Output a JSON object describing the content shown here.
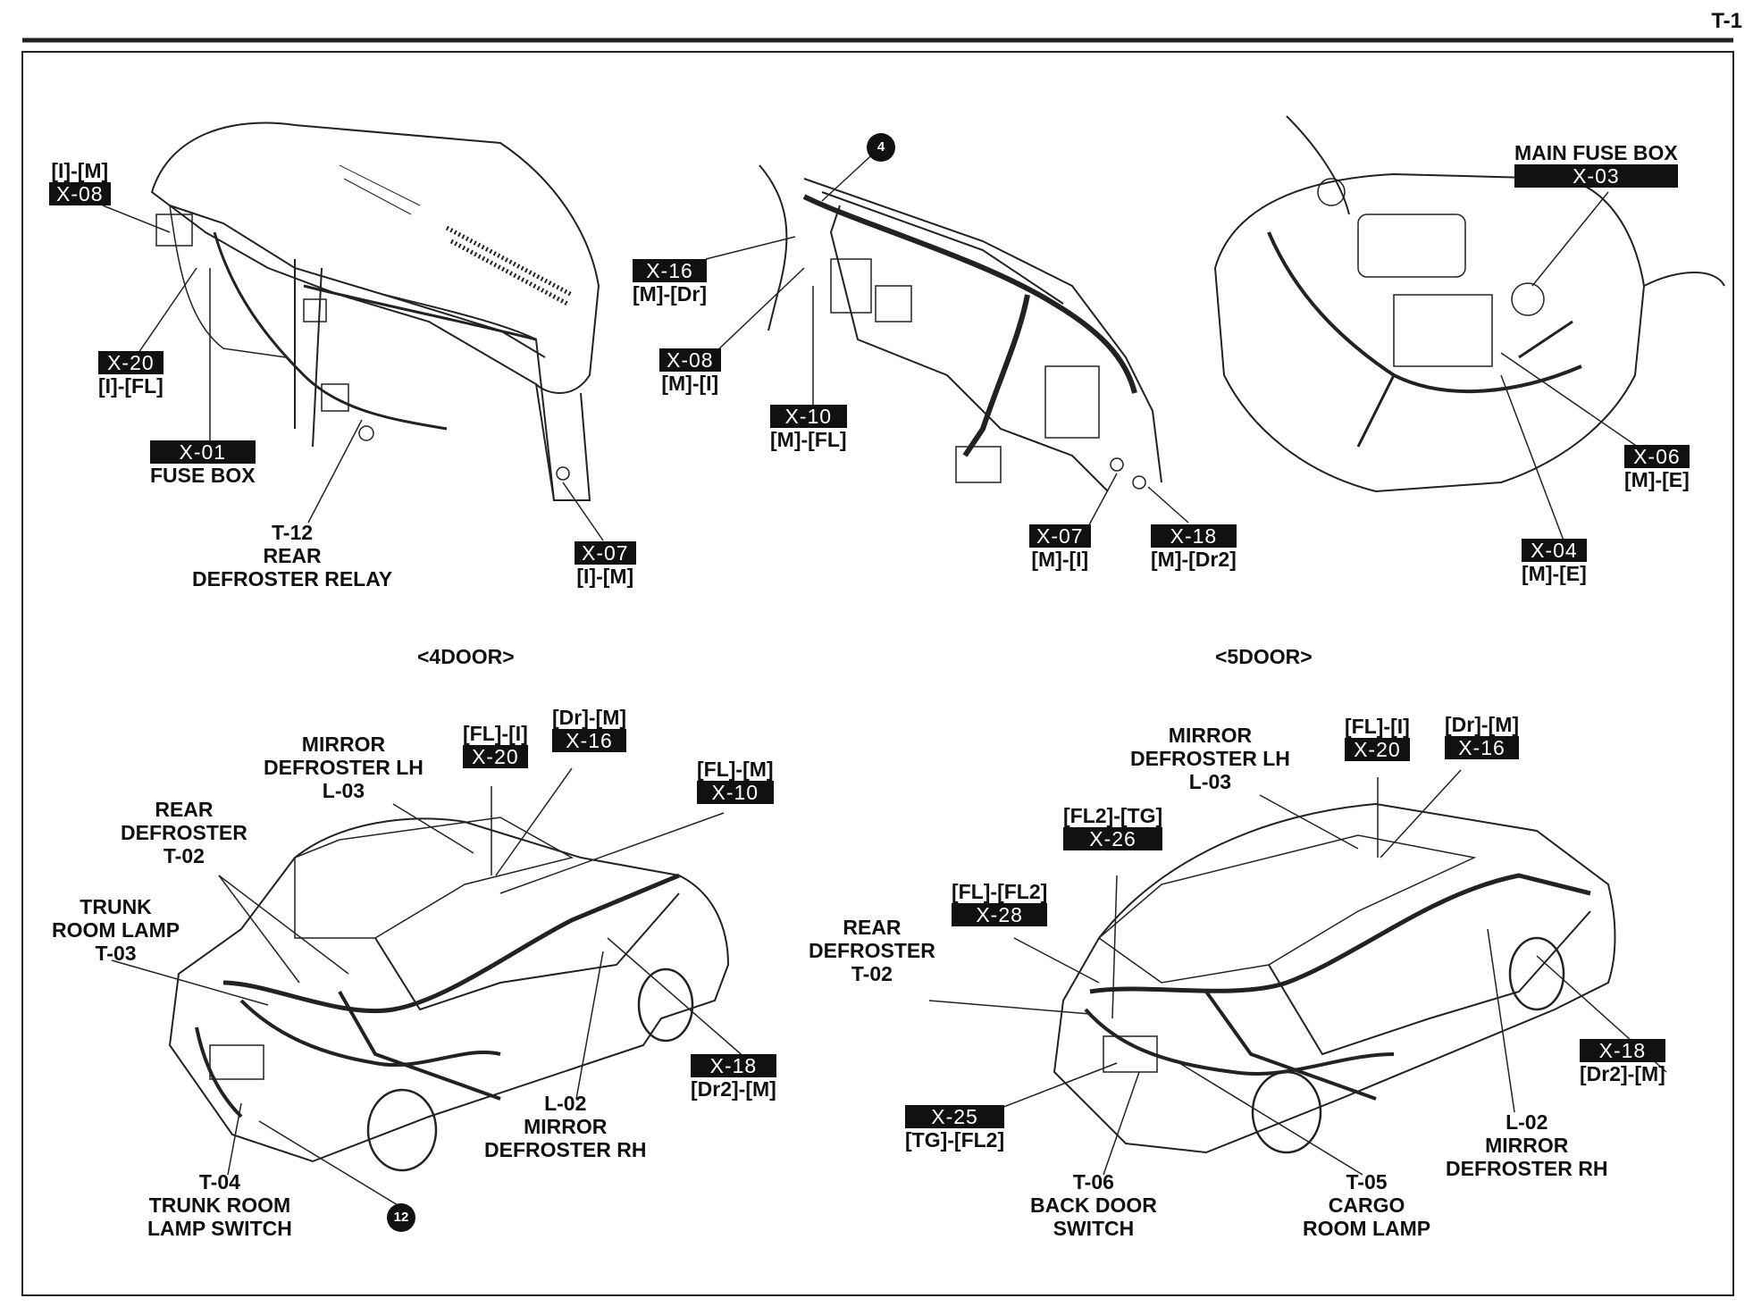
{
  "page_number": "T-1",
  "dash_4door": {
    "x08": {
      "conn": "[I]-[M]",
      "tag": "X-08"
    },
    "x20": {
      "tag": "X-20",
      "conn": "[I]-[FL]"
    },
    "x01": {
      "tag": "X-01",
      "name": "FUSE BOX"
    },
    "t12": {
      "line1": "T-12",
      "line2": "REAR",
      "line3": "DEFROSTER RELAY"
    },
    "x07": {
      "tag": "X-07",
      "conn": "[I]-[M]"
    }
  },
  "dash_5door": {
    "marker": "4",
    "x16": {
      "tag": "X-16",
      "conn": "[M]-[Dr]"
    },
    "x08": {
      "tag": "X-08",
      "conn": "[M]-[I]"
    },
    "x10": {
      "tag": "X-10",
      "conn": "[M]-[FL]"
    },
    "x07": {
      "tag": "X-07",
      "conn": "[M]-[I]"
    },
    "x18": {
      "tag": "X-18",
      "conn": "[M]-[Dr2]"
    }
  },
  "engine": {
    "main_fuse": {
      "name": "MAIN FUSE BOX",
      "tag": "X-03"
    },
    "x06": {
      "tag": "X-06",
      "conn": "[M]-[E]"
    },
    "x04": {
      "tag": "X-04",
      "conn": "[M]-[E]"
    }
  },
  "captions": {
    "left": "<4DOOR>",
    "right": "<5DOOR>"
  },
  "car_4door": {
    "mirror_lh": {
      "line1": "MIRROR",
      "line2": "DEFROSTER LH",
      "line3": "L-03"
    },
    "x20": {
      "conn": "[FL]-[I]",
      "tag": "X-20"
    },
    "x16": {
      "conn": "[Dr]-[M]",
      "tag": "X-16"
    },
    "x10": {
      "conn": "[FL]-[M]",
      "tag": "X-10"
    },
    "rear_def": {
      "line1": "REAR",
      "line2": "DEFROSTER",
      "line3": "T-02"
    },
    "trunk_lamp": {
      "line1": "TRUNK",
      "line2": "ROOM LAMP",
      "line3": "T-03"
    },
    "x18": {
      "tag": "X-18",
      "conn": "[Dr2]-[M]"
    },
    "mirror_rh": {
      "line1": "L-02",
      "line2": "MIRROR",
      "line3": "DEFROSTER RH"
    },
    "trunk_switch": {
      "line1": "T-04",
      "line2": "TRUNK ROOM",
      "line3": "LAMP SWITCH"
    },
    "marker": "12"
  },
  "car_5door": {
    "mirror_lh": {
      "line1": "MIRROR",
      "line2": "DEFROSTER LH",
      "line3": "L-03"
    },
    "x20": {
      "conn": "[FL]-[I]",
      "tag": "X-20"
    },
    "x16": {
      "conn": "[Dr]-[M]",
      "tag": "X-16"
    },
    "x26": {
      "conn": "[FL2]-[TG]",
      "tag": "X-26"
    },
    "x28": {
      "conn": "[FL]-[FL2]",
      "tag": "X-28"
    },
    "rear_def": {
      "line1": "REAR",
      "line2": "DEFROSTER",
      "line3": "T-02"
    },
    "x18": {
      "tag": "X-18",
      "conn": "[Dr2]-[M]"
    },
    "x25": {
      "tag": "X-25",
      "conn": "[TG]-[FL2]"
    },
    "back_door": {
      "line1": "T-06",
      "line2": "BACK DOOR",
      "line3": "SWITCH"
    },
    "cargo_lamp": {
      "line1": "T-05",
      "line2": "CARGO",
      "line3": "ROOM LAMP"
    },
    "mirror_rh": {
      "line1": "L-02",
      "line2": "MIRROR",
      "line3": "DEFROSTER RH"
    }
  }
}
